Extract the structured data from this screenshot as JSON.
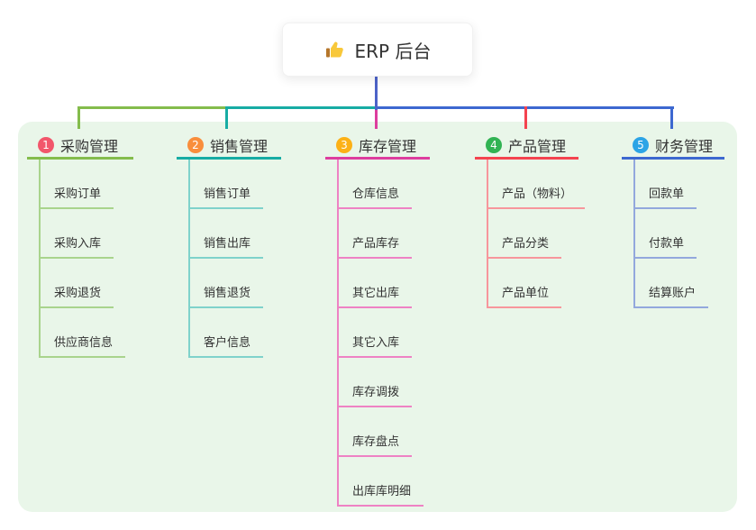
{
  "root": {
    "label": "ERP 后台",
    "icon": "thumbs-up-icon"
  },
  "colors": {
    "panel_bg": "#e9f6e9",
    "root_line": "#4d63c8",
    "node_text": "#333333"
  },
  "branches": [
    {
      "num": "1",
      "title": "采购管理",
      "badge_color": "#f2566b",
      "line_color": "#84bc4c",
      "child_color": "#a9d48d",
      "children": [
        "采购订单",
        "采购入库",
        "采购退货",
        "供应商信息"
      ]
    },
    {
      "num": "2",
      "title": "销售管理",
      "badge_color": "#f98e3c",
      "line_color": "#17aca4",
      "child_color": "#7fd2cb",
      "children": [
        "销售订单",
        "销售出库",
        "销售退货",
        "客户信息"
      ]
    },
    {
      "num": "3",
      "title": "库存管理",
      "badge_color": "#fcb116",
      "line_color": "#dd3d9e",
      "child_color": "#ee82c4",
      "children": [
        "仓库信息",
        "产品库存",
        "其它出库",
        "其它入库",
        "库存调拨",
        "库存盘点",
        "出库库明细"
      ]
    },
    {
      "num": "4",
      "title": "产品管理",
      "badge_color": "#31b353",
      "line_color": "#f4434f",
      "child_color": "#f7969c",
      "children": [
        "产品（物料）",
        "产品分类",
        "产品单位"
      ]
    },
    {
      "num": "5",
      "title": "财务管理",
      "badge_color": "#2ca4e6",
      "line_color": "#3d68d0",
      "child_color": "#93a8dd",
      "children": [
        "回款单",
        "付款单",
        "结算账户"
      ]
    }
  ]
}
